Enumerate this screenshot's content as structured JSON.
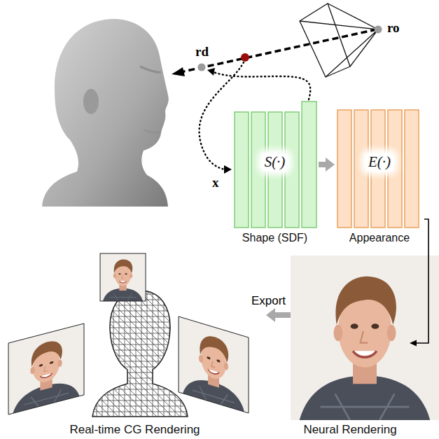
{
  "diagram": {
    "nodes": [
      {
        "text": [
          "S(·)",
          "Shape (SDF)"
        ]
      },
      {
        "text": [
          "E(·)",
          "Appearance"
        ]
      },
      {
        "text": [
          "Neural Rendering"
        ]
      },
      {
        "text": [
          "Real-time CG Rendering"
        ]
      }
    ],
    "edges": [
      {
        "from": 0,
        "to": 1,
        "arrow": "to"
      },
      {
        "from": 1,
        "to": 2,
        "arrow": "to"
      },
      {
        "from": 2,
        "to": 3,
        "label": "Export",
        "arrow": "to"
      }
    ],
    "labels": [
      "ro",
      "rd",
      "x"
    ]
  }
}
